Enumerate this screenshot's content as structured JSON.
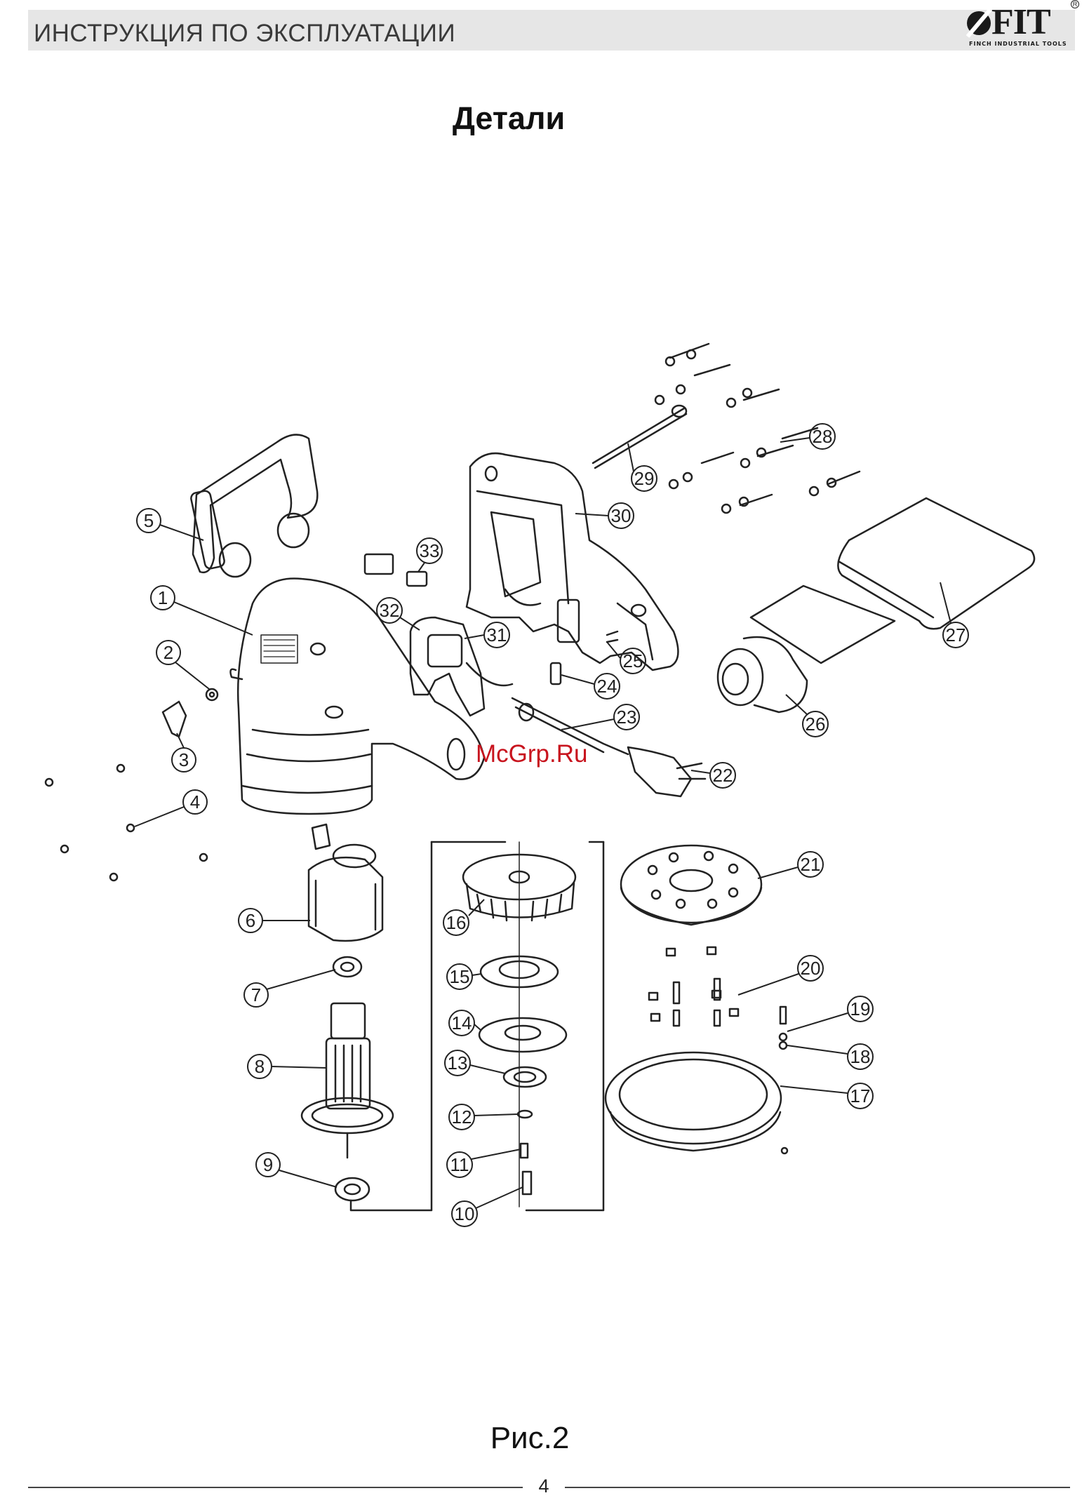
{
  "header": {
    "title": "ИНСТРУКЦИЯ ПО ЭКСПЛУАТАЦИИ",
    "logo_text": "FIT",
    "logo_subtitle": "FINCH INDUSTRIAL TOOLS",
    "logo_registered": "R"
  },
  "page_title": "Детали",
  "watermark": "McGrp.Ru",
  "figure": {
    "caption": "Рис.2",
    "part_numbers": [
      "1",
      "2",
      "3",
      "4",
      "5",
      "6",
      "7",
      "8",
      "9",
      "10",
      "11",
      "12",
      "13",
      "14",
      "15",
      "16",
      "17",
      "18",
      "19",
      "20",
      "21",
      "22",
      "23",
      "24",
      "25",
      "26",
      "27",
      "28",
      "29",
      "30",
      "31",
      "32",
      "33"
    ]
  },
  "footer": {
    "page_number": "4"
  }
}
